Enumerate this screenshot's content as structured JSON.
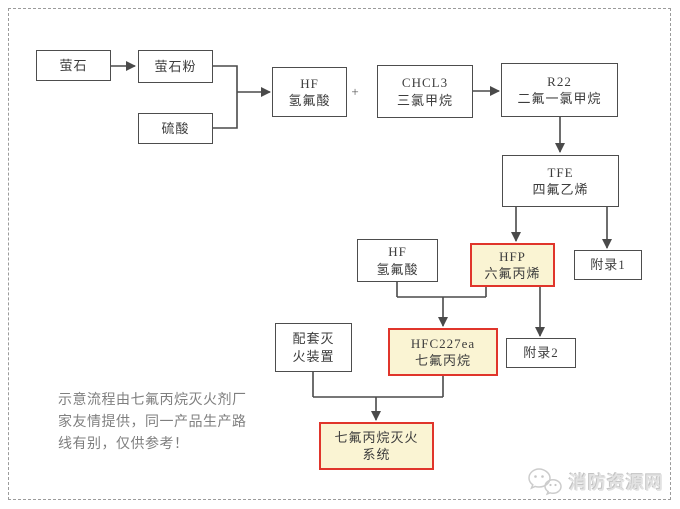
{
  "diagram": {
    "nodes": {
      "fluorite": {
        "label": "萤石"
      },
      "fluorite_powder": {
        "label": "萤石粉"
      },
      "sulfuric_acid": {
        "label": "硫酸"
      },
      "hf_1": {
        "code": "HF",
        "name": "氢氟酸"
      },
      "chcl3": {
        "code": "CHCL3",
        "name": "三氯甲烷"
      },
      "r22": {
        "code": "R22",
        "name": "二氟一氯甲烷"
      },
      "tfe": {
        "code": "TFE",
        "name": "四氟乙烯"
      },
      "hf_2": {
        "code": "HF",
        "name": "氢氟酸"
      },
      "hfp": {
        "code": "HFP",
        "name": "六氟丙烯"
      },
      "appendix_1": {
        "label": "附录1"
      },
      "supporting_device": {
        "line1": "配套灭",
        "line2": "火装置"
      },
      "hfc227ea": {
        "code": "HFC227ea",
        "name": "七氟丙烷"
      },
      "appendix_2": {
        "label": "附录2"
      },
      "extinguishing_system": {
        "line1": "七氟丙烷灭火",
        "line2": "系统"
      }
    },
    "operator_plus": "+",
    "note_lines": [
      "示意流程由七氟丙烷灭火剂厂",
      "家友情提供，同一产品生产路",
      "线有别，仅供参考！"
    ],
    "watermark": {
      "site_name": "消防资源网"
    },
    "colors": {
      "box_border": "#4d4d4d",
      "box_fill": "#ffffff",
      "highlight_border": "#e0352b",
      "highlight_fill": "#faf4d3",
      "connector_line": "#4a4a4a",
      "note_text": "#7f7f7f",
      "watermark_text": "#e2e2e2",
      "dashed_frame": "#9b9b9b"
    }
  }
}
